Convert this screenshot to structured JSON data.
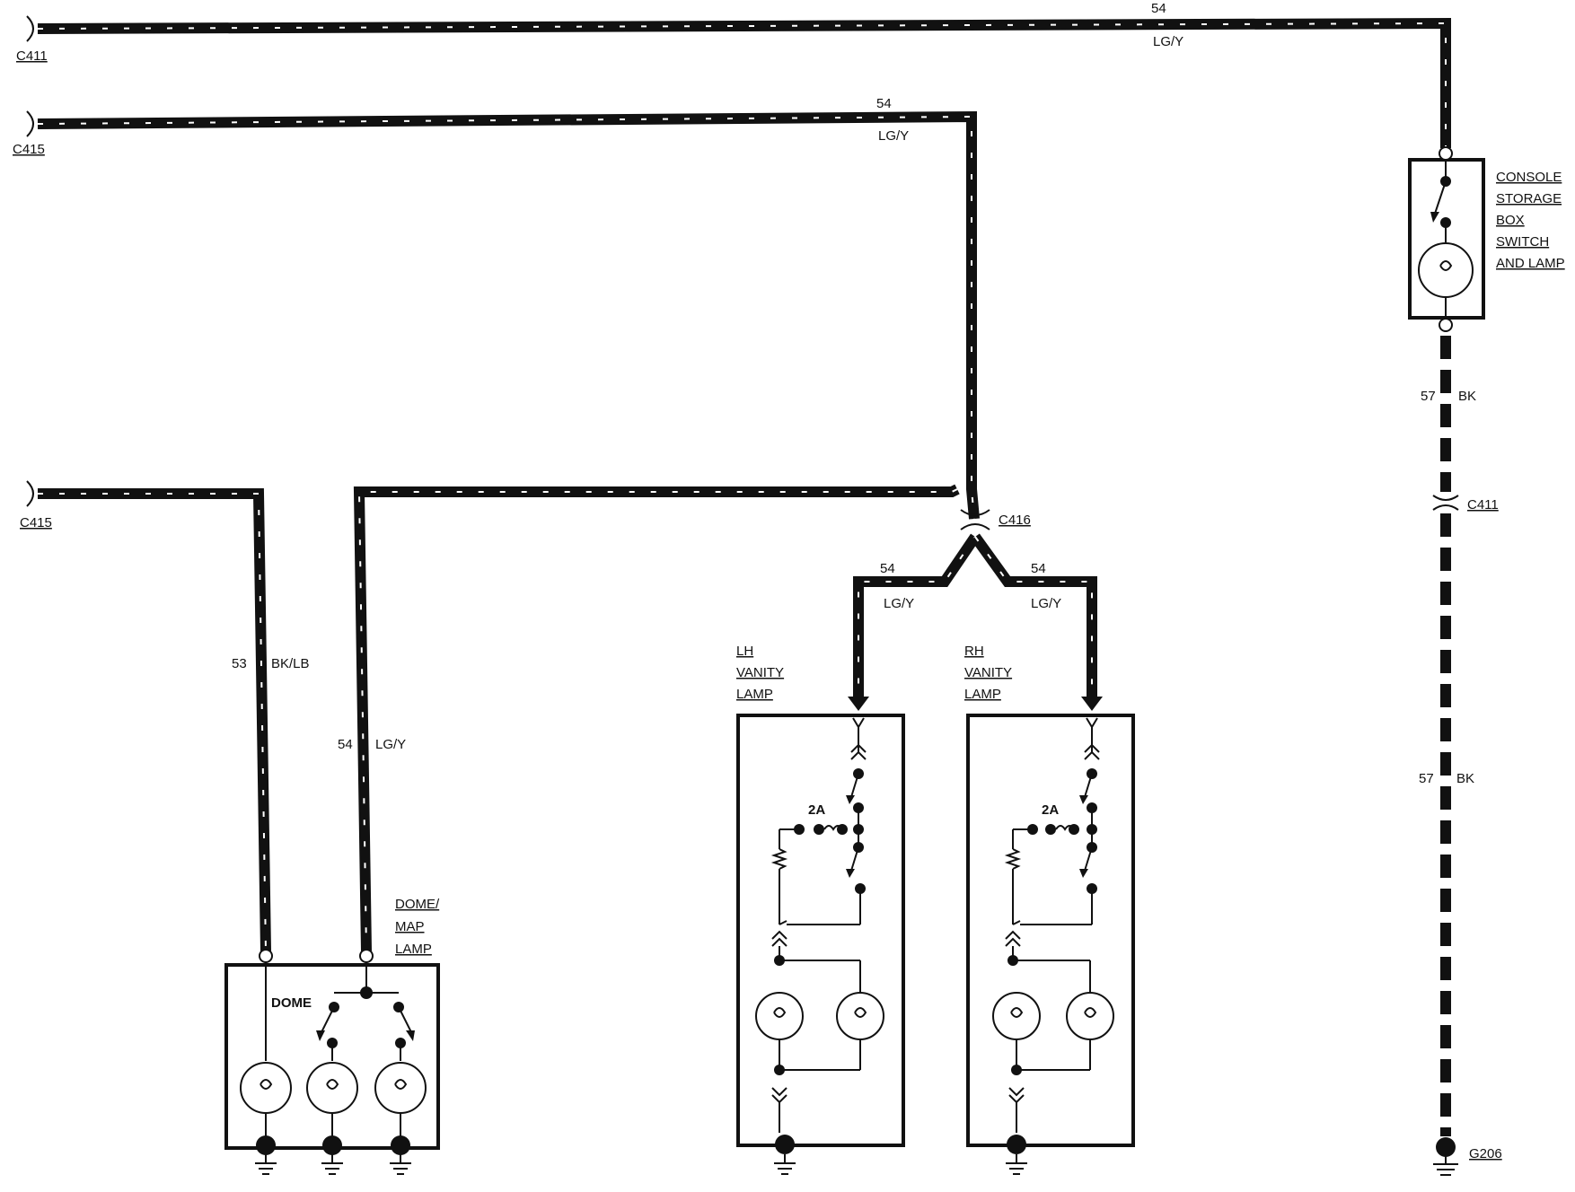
{
  "wires": {
    "top_c411": {
      "circuit": "54",
      "color": "LG/Y"
    },
    "top_c415": {
      "circuit": "54",
      "color": "LG/Y"
    },
    "dome_bk": {
      "circuit": "53",
      "color": "BK/LB"
    },
    "dome_lgy": {
      "circuit": "54",
      "color": "LG/Y"
    },
    "lh_branch": {
      "circuit": "54",
      "color": "LG/Y"
    },
    "rh_branch": {
      "circuit": "54",
      "color": "LG/Y"
    },
    "gnd_upper": {
      "circuit": "57",
      "color": "BK"
    },
    "gnd_lower": {
      "circuit": "57",
      "color": "BK"
    }
  },
  "connectors": {
    "c411_top": "C411",
    "c415_mid": "C415",
    "c415_low": "C415",
    "c416": "C416",
    "c411_right": "C411"
  },
  "grounds": {
    "g206": "G206"
  },
  "components": {
    "console": [
      "CONSOLE",
      "STORAGE",
      "BOX",
      "SWITCH",
      "AND LAMP"
    ],
    "dome_map": [
      "DOME/",
      "MAP",
      "LAMP"
    ],
    "dome_inner": "DOME",
    "lh_vanity": [
      "LH",
      "VANITY",
      "LAMP"
    ],
    "rh_vanity": [
      "RH",
      "VANITY",
      "LAMP"
    ],
    "fuse_rating": "2A"
  },
  "colors": {
    "ink": "#111111",
    "paper": "#ffffff"
  }
}
